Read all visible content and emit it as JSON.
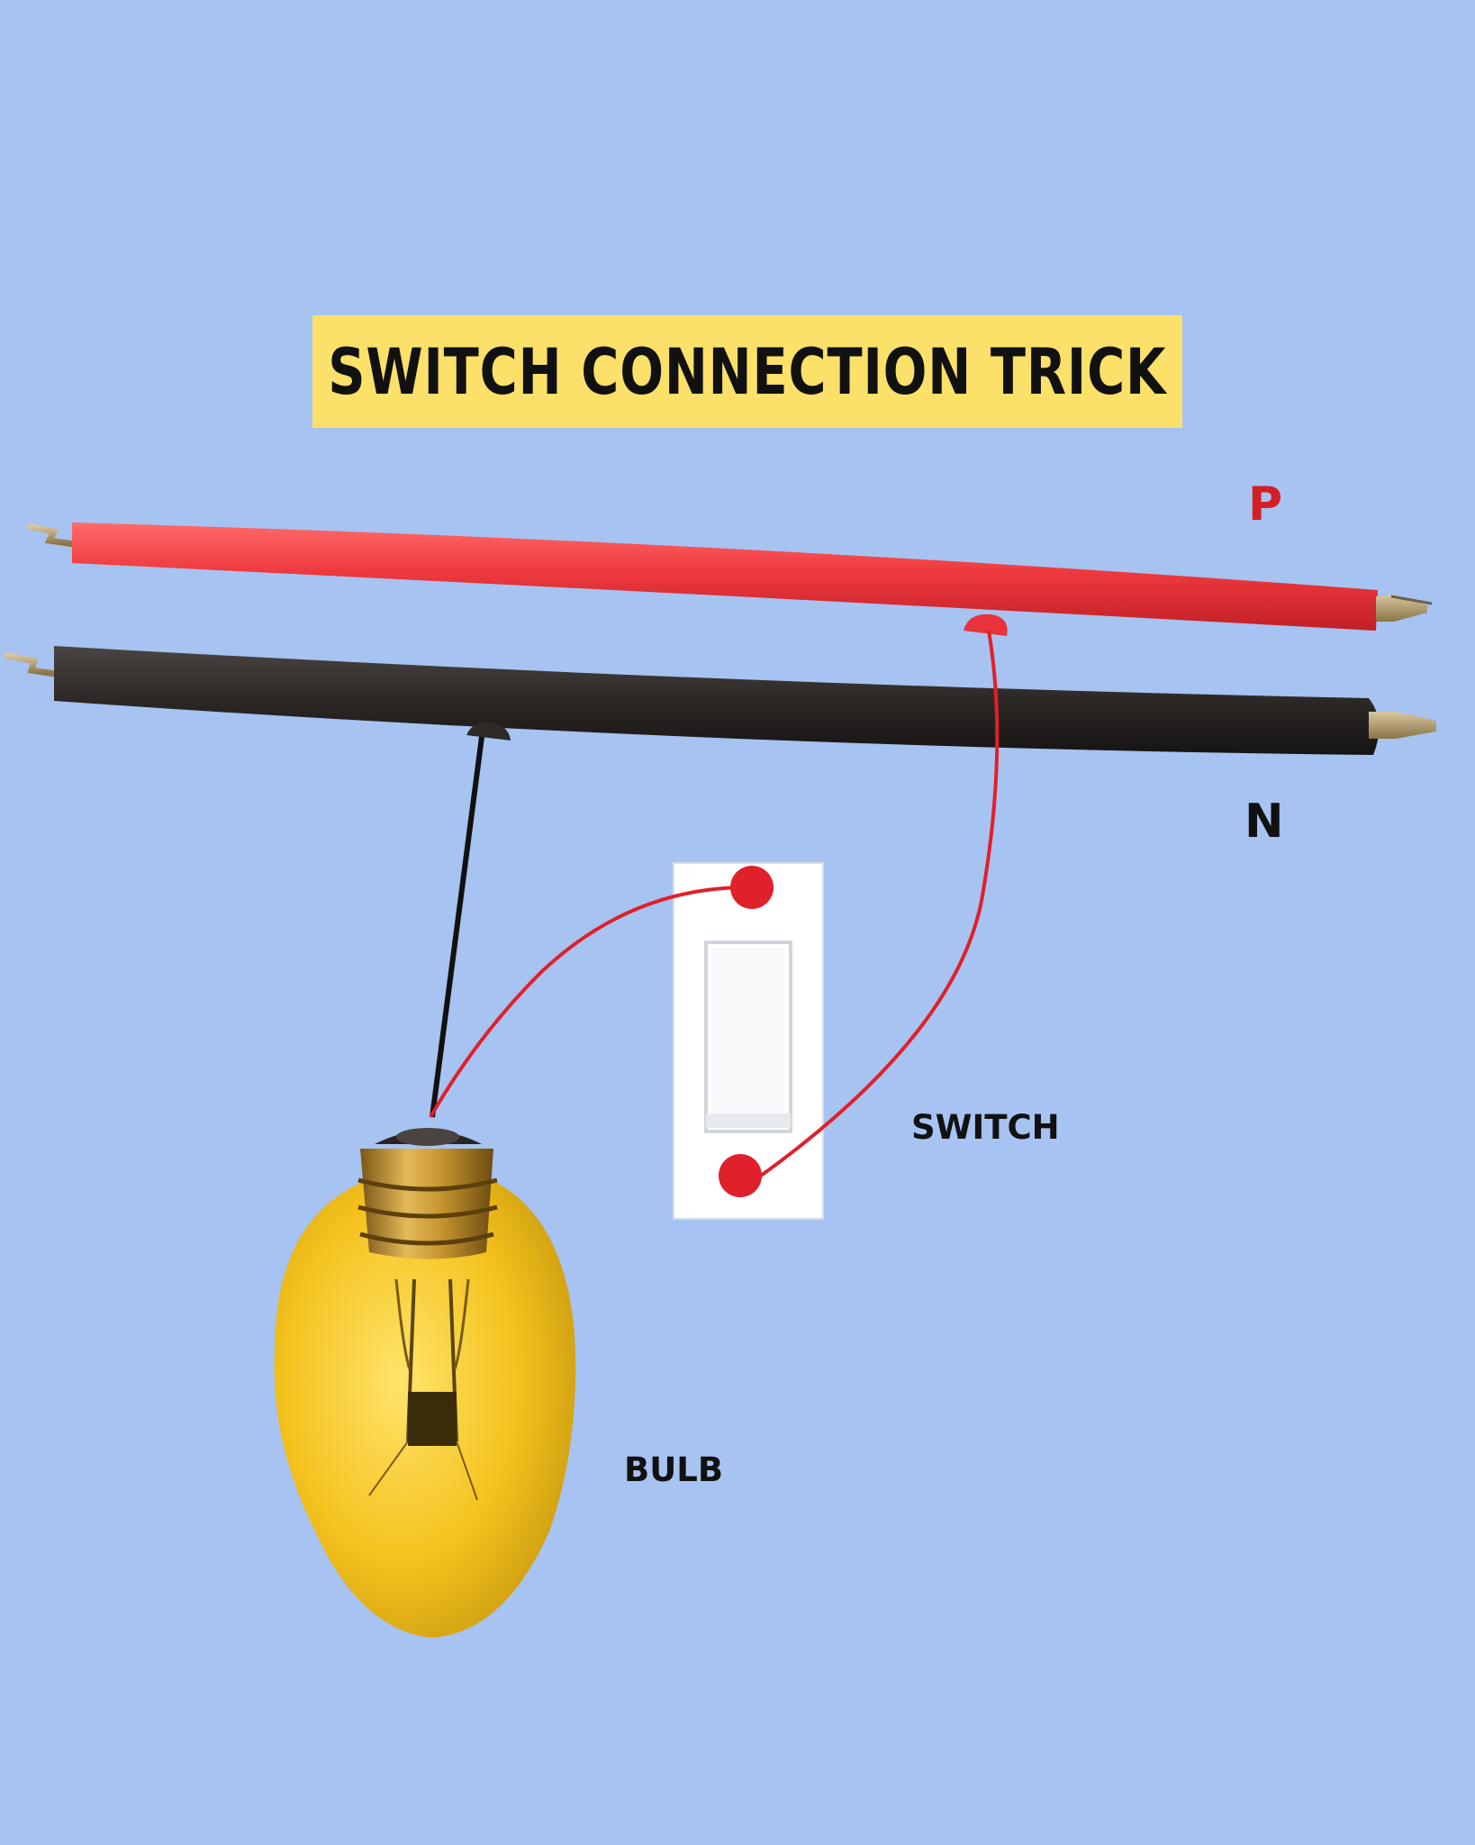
{
  "title": "SWITCH CONNECTION TRICK",
  "labels": {
    "phase": "P",
    "neutral": "N",
    "switch": "SWITCH",
    "bulb": "BULB"
  },
  "colors": {
    "background": "#a7c3f1",
    "banner": "#fbe06a",
    "phase_wire": "#e8333a",
    "neutral_wire": "#2d2a27",
    "phase_label": "#d41f26",
    "neutral_label": "#111111",
    "bulb_glass": "#f4c21d",
    "bulb_base": "#b88a2a",
    "switch_plate": "#ffffff",
    "terminal": "#e0202a"
  },
  "icons": {
    "bulb": "light-bulb-icon",
    "switch": "wall-switch-icon"
  }
}
